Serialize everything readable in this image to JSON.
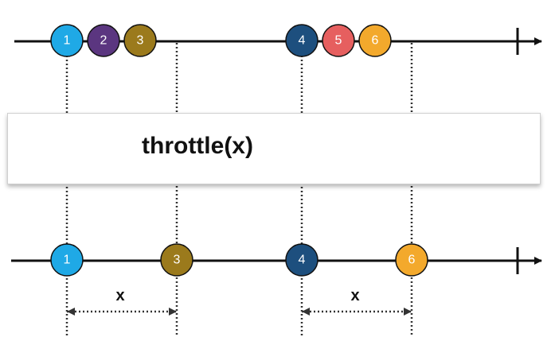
{
  "operator": {
    "label": "throttle(x)"
  },
  "window_label": "x",
  "colors": {
    "line": "#111111",
    "guide": "#333333",
    "m1": "#1fa9e6",
    "m2": "#5b3680",
    "m3": "#9b7a1c",
    "m4": "#1d4f7e",
    "m5": "#e65f5f",
    "m6": "#f3a92c"
  },
  "input_stream": {
    "marbles": [
      {
        "label": "1",
        "color": "m1"
      },
      {
        "label": "2",
        "color": "m2"
      },
      {
        "label": "3",
        "color": "m3"
      },
      {
        "label": "4",
        "color": "m4"
      },
      {
        "label": "5",
        "color": "m5"
      },
      {
        "label": "6",
        "color": "m6"
      }
    ]
  },
  "output_stream": {
    "marbles": [
      {
        "label": "1",
        "color": "m1"
      },
      {
        "label": "3",
        "color": "m3"
      },
      {
        "label": "4",
        "color": "m4"
      },
      {
        "label": "6",
        "color": "m6"
      }
    ]
  }
}
